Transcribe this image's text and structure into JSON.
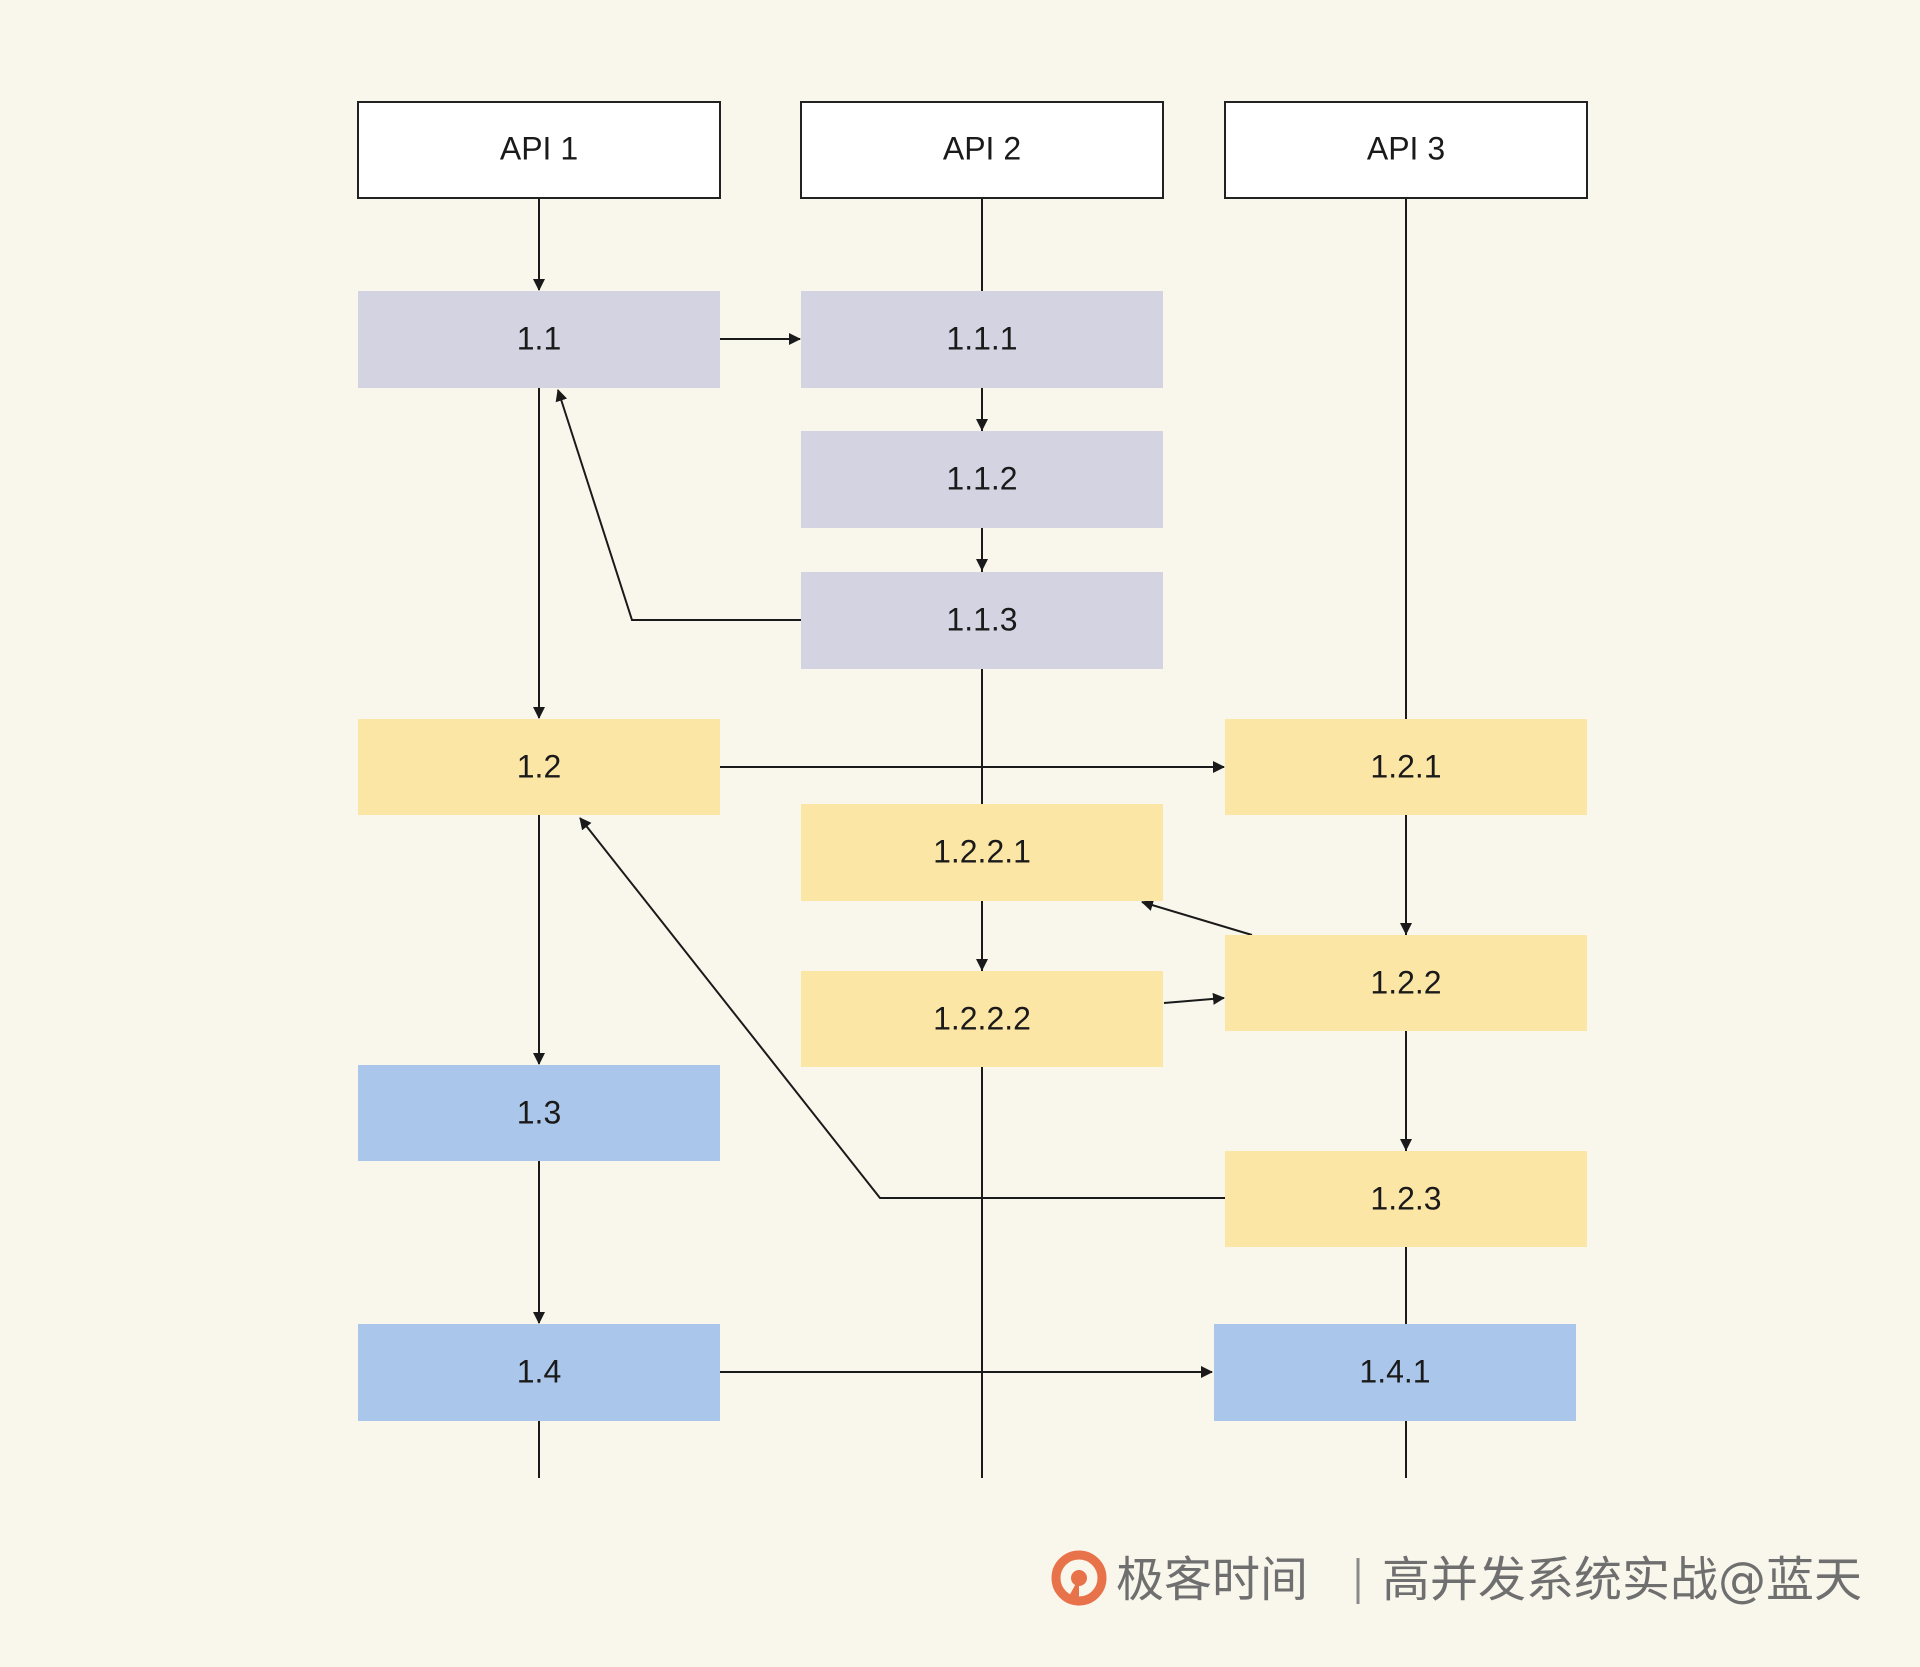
{
  "diagram": {
    "nodes": [
      {
        "id": "api-1",
        "label": "API 1",
        "group": "header"
      },
      {
        "id": "api-2",
        "label": "API 2",
        "group": "header"
      },
      {
        "id": "api-3",
        "label": "API 3",
        "group": "header"
      },
      {
        "id": "n-1-1",
        "label": "1.1",
        "group": "step-1"
      },
      {
        "id": "n-1-1-1",
        "label": "1.1.1",
        "group": "step-1"
      },
      {
        "id": "n-1-1-2",
        "label": "1.1.2",
        "group": "step-1"
      },
      {
        "id": "n-1-1-3",
        "label": "1.1.3",
        "group": "step-1"
      },
      {
        "id": "n-1-2",
        "label": "1.2",
        "group": "step-2"
      },
      {
        "id": "n-1-2-1",
        "label": "1.2.1",
        "group": "step-2"
      },
      {
        "id": "n-1-2-2-1",
        "label": "1.2.2.1",
        "group": "step-2"
      },
      {
        "id": "n-1-2-2",
        "label": "1.2.2",
        "group": "step-2"
      },
      {
        "id": "n-1-2-2-2",
        "label": "1.2.2.2",
        "group": "step-2"
      },
      {
        "id": "n-1-2-3",
        "label": "1.2.3",
        "group": "step-2"
      },
      {
        "id": "n-1-3",
        "label": "1.3",
        "group": "step-3"
      },
      {
        "id": "n-1-4",
        "label": "1.4",
        "group": "step-3"
      },
      {
        "id": "n-1-4-1",
        "label": "1.4.1",
        "group": "step-3"
      }
    ],
    "edges": [
      {
        "from": "api-1",
        "to": "n-1-1"
      },
      {
        "from": "n-1-1",
        "to": "n-1-1-1"
      },
      {
        "from": "n-1-1-1",
        "to": "n-1-1-2"
      },
      {
        "from": "n-1-1-2",
        "to": "n-1-1-3"
      },
      {
        "from": "n-1-1-3",
        "to": "n-1-1"
      },
      {
        "from": "n-1-1",
        "to": "n-1-2"
      },
      {
        "from": "n-1-2",
        "to": "n-1-2-1"
      },
      {
        "from": "n-1-2-1",
        "to": "n-1-2-2"
      },
      {
        "from": "n-1-2-2",
        "to": "n-1-2-2-1"
      },
      {
        "from": "n-1-2-2-1",
        "to": "n-1-2-2-2"
      },
      {
        "from": "n-1-2-2-2",
        "to": "n-1-2-2"
      },
      {
        "from": "n-1-2-2",
        "to": "n-1-2-3"
      },
      {
        "from": "n-1-2-3",
        "to": "n-1-2"
      },
      {
        "from": "n-1-2",
        "to": "n-1-3"
      },
      {
        "from": "n-1-3",
        "to": "n-1-4"
      },
      {
        "from": "n-1-4",
        "to": "n-1-4-1"
      }
    ],
    "colors": {
      "background": "#f9f7ec",
      "header_fill": "#ffffff",
      "header_stroke": "#222222",
      "step_1": "#d3d3e2",
      "step_2": "#fce6a6",
      "step_3": "#aac6ea",
      "line": "#1a1a1a"
    }
  },
  "watermark": {
    "brand": "极客时间",
    "course": "高并发系统实战@蓝天",
    "logo_icon": "geektime-logo-icon",
    "brand_color": "#e8734a"
  }
}
